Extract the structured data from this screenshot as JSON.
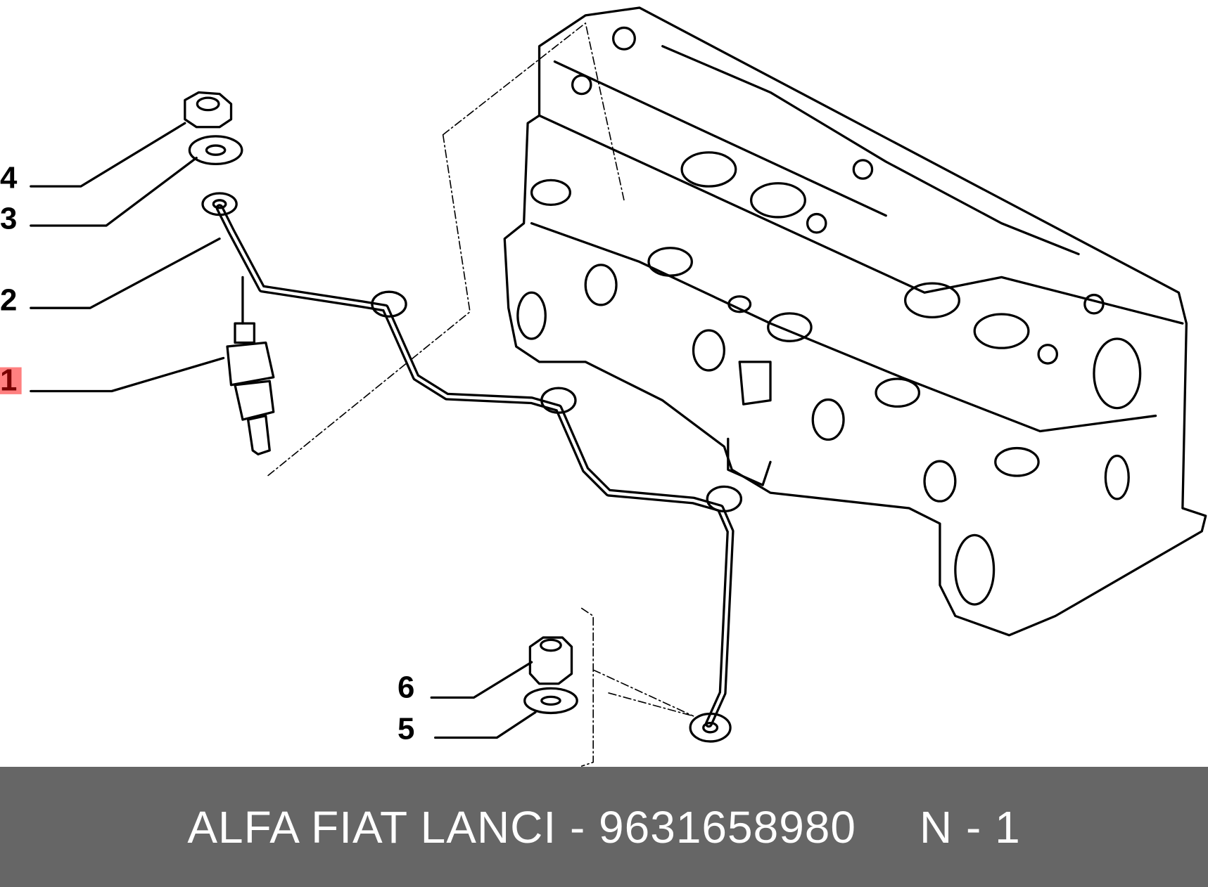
{
  "diagram": {
    "callouts": [
      {
        "number": "1",
        "highlighted": true
      },
      {
        "number": "2",
        "highlighted": false
      },
      {
        "number": "3",
        "highlighted": false
      },
      {
        "number": "4",
        "highlighted": false
      },
      {
        "number": "5",
        "highlighted": false
      },
      {
        "number": "6",
        "highlighted": false
      }
    ],
    "highlight_color": "#ff8080",
    "highlight_text_color": "#7a0000"
  },
  "footer": {
    "brand": "ALFA FIAT LANCI",
    "separator": " - ",
    "part_number": "9631658980",
    "position": "N - 1",
    "background": "#666666"
  }
}
